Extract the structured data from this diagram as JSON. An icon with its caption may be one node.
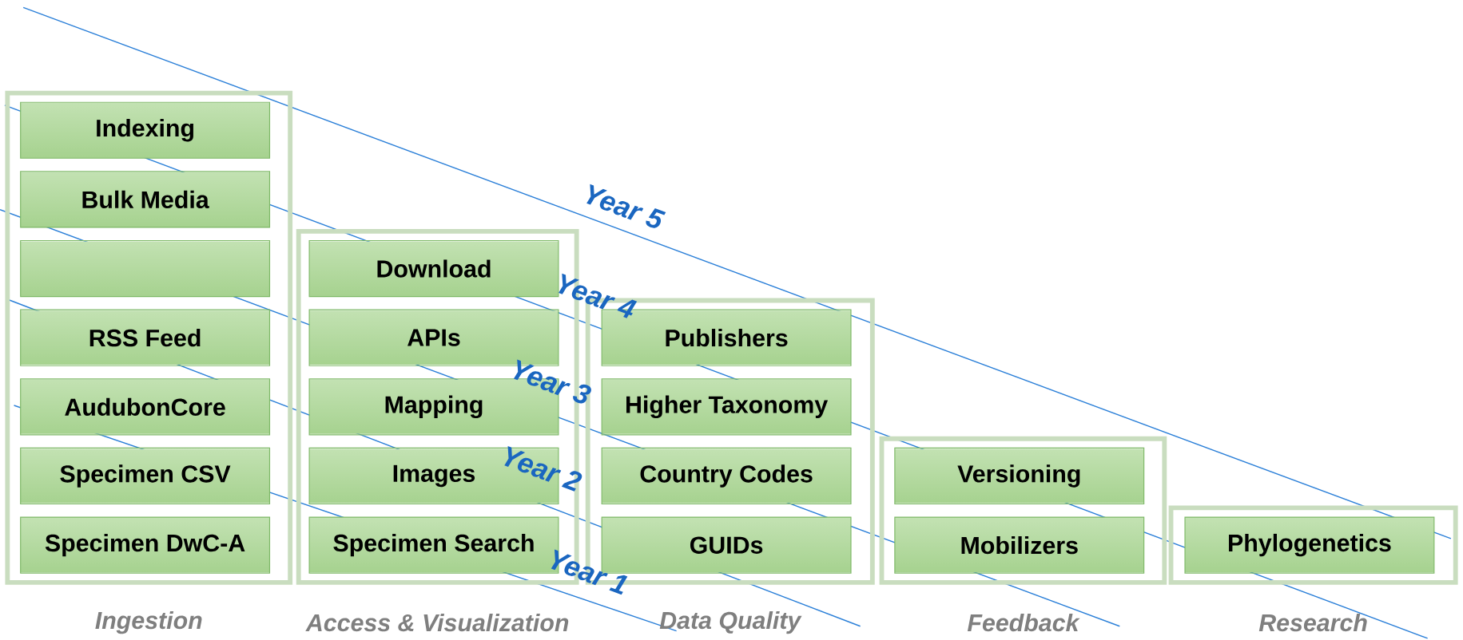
{
  "diagram": {
    "nodes": [
      {
        "text": [
          "Ingestion"
        ]
      },
      {
        "text": [
          "Indexing"
        ],
        "in": 0
      },
      {
        "text": [
          "Bulk Media"
        ],
        "in": 0
      },
      {
        "text": [],
        "shape": "box",
        "in": 0
      },
      {
        "text": [
          "RSS Feed"
        ],
        "in": 0
      },
      {
        "text": [
          "AudubonCore"
        ],
        "in": 0
      },
      {
        "text": [
          "Specimen CSV"
        ],
        "in": 0
      },
      {
        "text": [
          "Specimen DwC-A"
        ],
        "in": 0
      },
      {
        "text": [
          "Access & Visualization"
        ]
      },
      {
        "text": [
          "Download"
        ],
        "in": 8
      },
      {
        "text": [
          "APIs"
        ],
        "in": 8
      },
      {
        "text": [
          "Mapping"
        ],
        "in": 8
      },
      {
        "text": [
          "Images"
        ],
        "in": 8
      },
      {
        "text": [
          "Specimen Search"
        ],
        "in": 8
      },
      {
        "text": [
          "Data Quality"
        ]
      },
      {
        "text": [
          "Publishers"
        ],
        "in": 14
      },
      {
        "text": [
          "Higher Taxonomy"
        ],
        "in": 14
      },
      {
        "text": [
          "Country Codes"
        ],
        "in": 14
      },
      {
        "text": [
          "GUIDs"
        ],
        "in": 14
      },
      {
        "text": [
          "Feedback"
        ]
      },
      {
        "text": [
          "Versioning"
        ],
        "in": 19
      },
      {
        "text": [
          "Mobilizers"
        ],
        "in": 19
      },
      {
        "text": [
          "Research"
        ]
      },
      {
        "text": [
          "Phylogenetics"
        ],
        "in": 22
      }
    ],
    "labels": [
      "Year 5",
      "Year 4",
      "Year 3",
      "Year 2",
      "Year 1"
    ]
  }
}
